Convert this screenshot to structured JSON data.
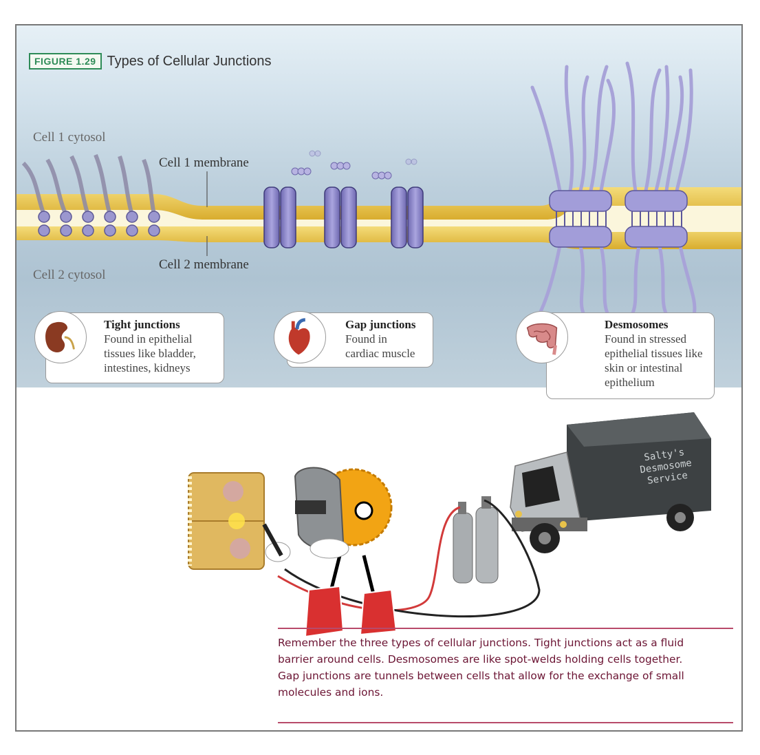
{
  "figure": {
    "number": "FIGURE 1.29",
    "title": "Types of Cellular Junctions"
  },
  "labels": {
    "cell1_cytosol": "Cell 1 cytosol",
    "cell2_cytosol": "Cell 2 cytosol",
    "cell1_membrane": "Cell 1 membrane",
    "cell2_membrane": "Cell 2 membrane"
  },
  "junctions": [
    {
      "title": "Tight junctions",
      "lines": [
        "Found in epithelial",
        "tissues like bladder,",
        "intestines, kidneys"
      ],
      "icon": "kidney-icon"
    },
    {
      "title": "Gap junctions",
      "lines": [
        "Found in",
        "cardiac muscle"
      ],
      "icon": "heart-icon"
    },
    {
      "title": "Desmosomes",
      "lines": [
        "Found in stressed",
        "epithelial tissues like",
        "skin or intestinal",
        "epithelium"
      ],
      "icon": "intestine-icon"
    }
  ],
  "truck": {
    "lines": [
      "Salty's",
      "Desmosome",
      "Service"
    ]
  },
  "caption": {
    "lines": [
      "Remember the three types of cellular junctions. Tight junctions act as a fluid",
      "barrier around cells. Desmosomes are like spot-welds holding cells together.",
      "Gap junctions are tunnels between cells that allow for the exchange of small",
      "molecules and ions."
    ]
  },
  "colors": {
    "membrane_yellow": "#e8c24a",
    "protein_purple": "#8b85c7",
    "caption_text": "#6b1433",
    "figure_green": "#2e8b57"
  }
}
